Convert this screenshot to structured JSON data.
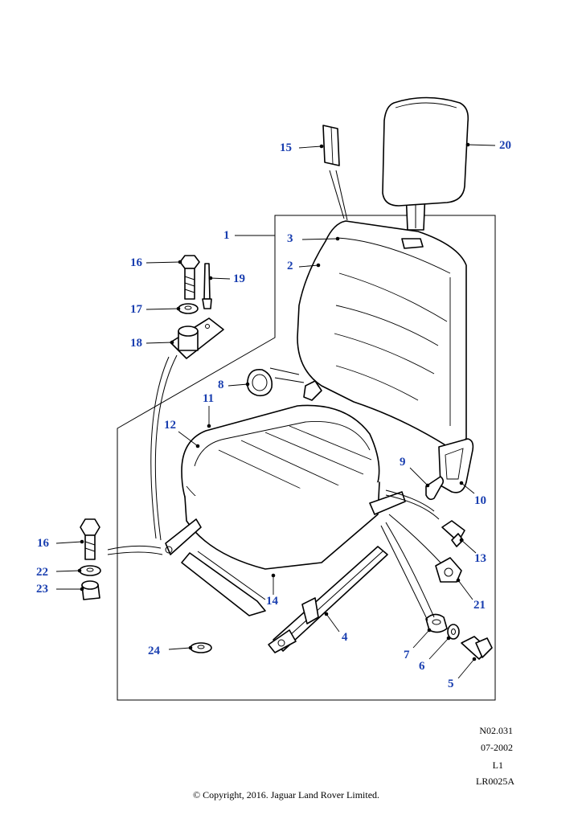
{
  "callouts": {
    "c1": "1",
    "c2": "2",
    "c3": "3",
    "c4": "4",
    "c5": "5",
    "c6": "6",
    "c7": "7",
    "c8": "8",
    "c9": "9",
    "c10": "10",
    "c11": "11",
    "c12": "12",
    "c13": "13",
    "c14": "14",
    "c15": "15",
    "c16a": "16",
    "c16b": "16",
    "c17": "17",
    "c18": "18",
    "c19": "19",
    "c20": "20",
    "c21": "21",
    "c22": "22",
    "c23": "23",
    "c24": "24"
  },
  "drawing_ref": {
    "code": "N02.031",
    "date": "07-2002",
    "level": "L1",
    "ref": "LR0025A"
  },
  "copyright": "© Copyright, 2016. Jaguar Land Rover Limited.",
  "colors": {
    "callout": "#1a3fb0",
    "line": "#000000",
    "background": "#ffffff"
  }
}
